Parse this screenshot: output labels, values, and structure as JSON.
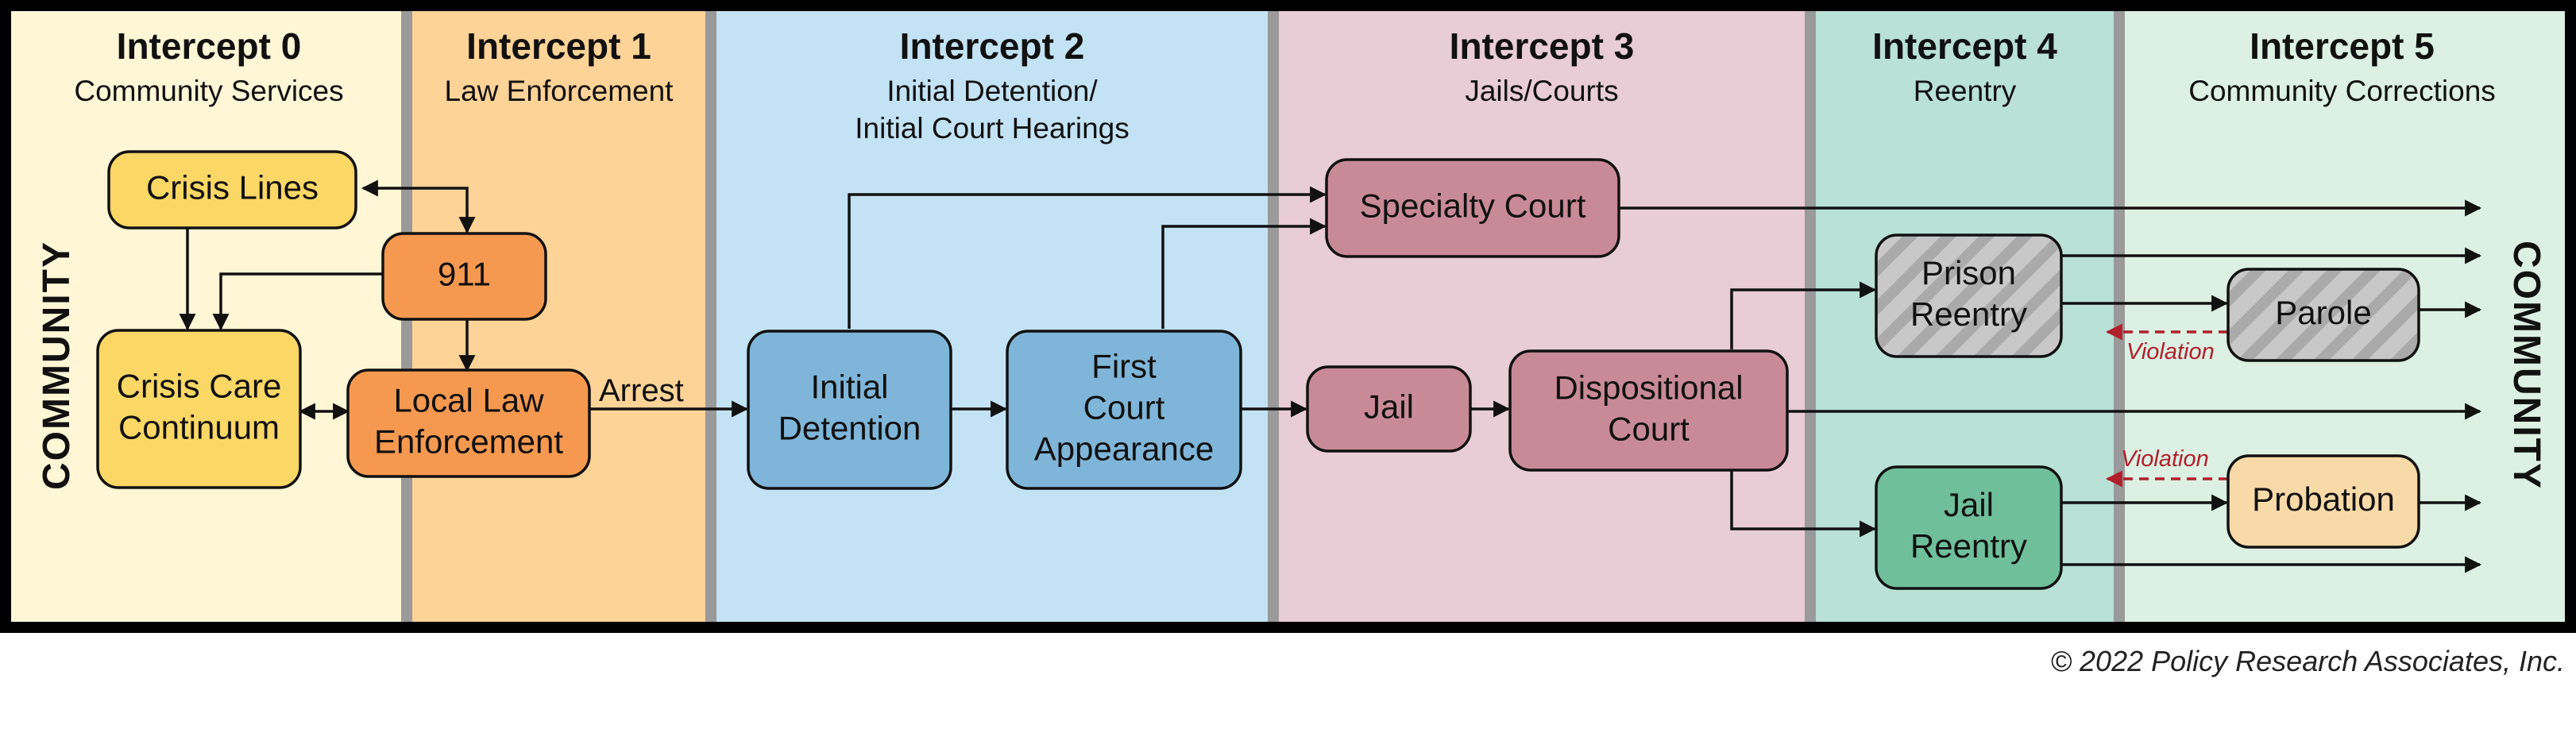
{
  "intercepts": [
    {
      "title": "Intercept 0",
      "subtitle": [
        "Community Services"
      ],
      "color": "#fff6d6"
    },
    {
      "title": "Intercept 1",
      "subtitle": [
        "Law Enforcement"
      ],
      "color": "#fdd397"
    },
    {
      "title": "Intercept 2",
      "subtitle": [
        "Initial Detention/",
        "Initial Court Hearings"
      ],
      "color": "#c3e3f5"
    },
    {
      "title": "Intercept 3",
      "subtitle": [
        "Jails/Courts"
      ],
      "color": "#e8ccd6"
    },
    {
      "title": "Intercept 4",
      "subtitle": [
        "Reentry"
      ],
      "color": "#b9e1d6"
    },
    {
      "title": "Intercept 5",
      "subtitle": [
        "Community Corrections"
      ],
      "color": "#dcf0e4"
    }
  ],
  "side_label": "COMMUNITY",
  "nodes": {
    "crisis_lines": {
      "lines": [
        "Crisis Lines"
      ],
      "color": "#fbd765"
    },
    "n911": {
      "lines": [
        "911"
      ],
      "color": "#f69950"
    },
    "crisis_care": {
      "lines": [
        "Crisis Care",
        "Continuum"
      ],
      "color": "#fbd765"
    },
    "local_law": {
      "lines": [
        "Local Law",
        "Enforcement"
      ],
      "color": "#f69950"
    },
    "initial_detention": {
      "lines": [
        "Initial",
        "Detention"
      ],
      "color": "#7fb5d8"
    },
    "first_court": {
      "lines": [
        "First",
        "Court",
        "Appearance"
      ],
      "color": "#7fb5d8"
    },
    "specialty_court": {
      "lines": [
        "Specialty Court"
      ],
      "color": "#c98a97"
    },
    "jail": {
      "lines": [
        "Jail"
      ],
      "color": "#c98a97"
    },
    "dispositional_court": {
      "lines": [
        "Dispositional",
        "Court"
      ],
      "color": "#c98a97"
    },
    "prison_reentry": {
      "lines": [
        "Prison",
        "Reentry"
      ],
      "color": "#c8c8c8",
      "pattern": "hatched"
    },
    "jail_reentry": {
      "lines": [
        "Jail",
        "Reentry"
      ],
      "color": "#6fbf9b"
    },
    "parole": {
      "lines": [
        "Parole"
      ],
      "color": "#c8c8c8",
      "pattern": "hatched"
    },
    "probation": {
      "lines": [
        "Probation"
      ],
      "color": "#f8d9a8"
    }
  },
  "edge_labels": {
    "arrest": "Arrest",
    "violation": "Violation"
  },
  "colors": {
    "frame": "#000000",
    "divider": "#9a9a9a",
    "violation": "#b0202a"
  },
  "copyright": "© 2022 Policy Research Associates, Inc."
}
